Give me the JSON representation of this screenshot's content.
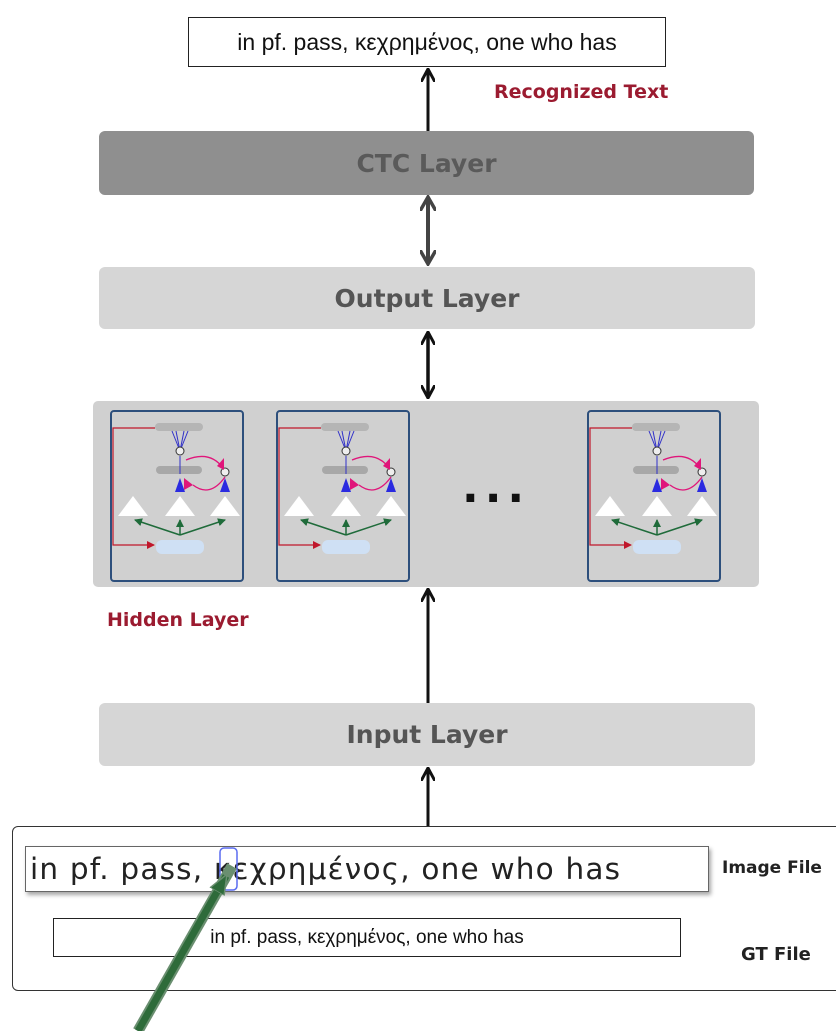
{
  "top_output_text": "in pf. pass, κεχρημένος, one who has",
  "labels": {
    "recognized_text": "Recognized Text",
    "hidden_layer": "Hidden Layer",
    "image_file": "Image File",
    "gt_file": "GT File"
  },
  "layers": {
    "ctc": "CTC Layer",
    "output": "Output Layer",
    "input": "Input Layer"
  },
  "ellipsis": "...",
  "image_file_text": "in pf. pass, κεχρημένος, one who has",
  "gt_file_text": "in pf. pass, κεχρημένος, one who has",
  "colors": {
    "recognized_label": "#9b1b30",
    "ctc_layer": "#8f8f8f",
    "light_layer": "#d6d6d6",
    "cell_border": "#2d4f7c",
    "green_arrow": "#2e6b3a"
  }
}
